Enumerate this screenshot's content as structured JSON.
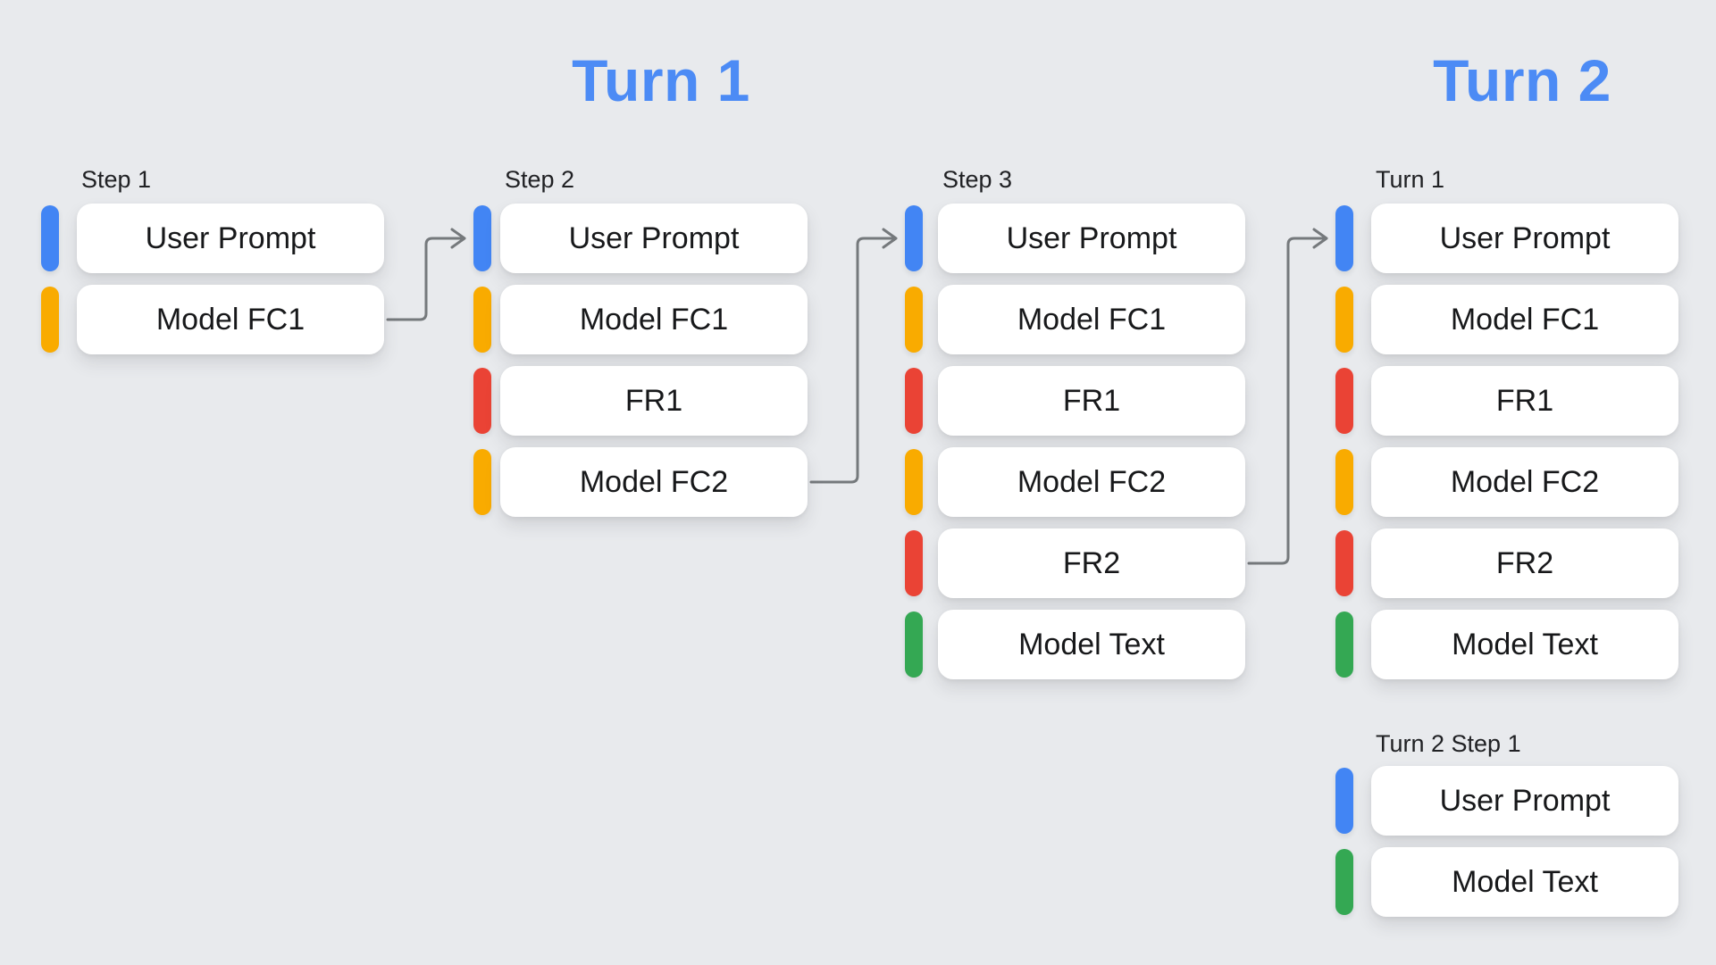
{
  "titles": [
    {
      "id": "turn1",
      "text": "Turn 1"
    },
    {
      "id": "turn2",
      "text": "Turn 2"
    }
  ],
  "colors": {
    "background": "#e8eaed",
    "card": "#ffffff",
    "title_blue": "#4c8bf5",
    "label_text": "#202124",
    "box_text": "#17181a",
    "arrow_gray": "#75797c",
    "blue": "#4285f4",
    "yellow": "#f9ab00",
    "red": "#ea4335",
    "green": "#34a853"
  },
  "legend_semantics": {
    "blue": "user-message",
    "yellow": "model-function-call",
    "red": "function-response",
    "green": "model-text"
  },
  "columns": [
    {
      "id": "step1",
      "section": "turn1",
      "label": "Step 1",
      "items": [
        {
          "text": "User Prompt",
          "color": "blue"
        },
        {
          "text": "Model FC1",
          "color": "yellow"
        }
      ]
    },
    {
      "id": "step2",
      "section": "turn1",
      "label": "Step 2",
      "items": [
        {
          "text": "User Prompt",
          "color": "blue"
        },
        {
          "text": "Model FC1",
          "color": "yellow"
        },
        {
          "text": "FR1",
          "color": "red"
        },
        {
          "text": "Model FC2",
          "color": "yellow"
        }
      ]
    },
    {
      "id": "step3",
      "section": "turn1",
      "label": "Step 3",
      "items": [
        {
          "text": "User Prompt",
          "color": "blue"
        },
        {
          "text": "Model FC1",
          "color": "yellow"
        },
        {
          "text": "FR1",
          "color": "red"
        },
        {
          "text": "Model FC2",
          "color": "yellow"
        },
        {
          "text": "FR2",
          "color": "red"
        },
        {
          "text": "Model Text",
          "color": "green"
        }
      ]
    },
    {
      "id": "turn2-history",
      "section": "turn2",
      "label": "Turn 1",
      "items": [
        {
          "text": "User Prompt",
          "color": "blue"
        },
        {
          "text": "Model FC1",
          "color": "yellow"
        },
        {
          "text": "FR1",
          "color": "red"
        },
        {
          "text": "Model FC2",
          "color": "yellow"
        },
        {
          "text": "FR2",
          "color": "red"
        },
        {
          "text": "Model Text",
          "color": "green"
        }
      ]
    },
    {
      "id": "turn2-step1",
      "section": "turn2",
      "label": "Turn 2 Step 1",
      "items": [
        {
          "text": "User Prompt",
          "color": "blue"
        },
        {
          "text": "Model Text",
          "color": "green"
        }
      ]
    }
  ],
  "arrows": [
    {
      "from_col": 0,
      "from_item": 1,
      "to_col": 1,
      "to_item": 0
    },
    {
      "from_col": 1,
      "from_item": 3,
      "to_col": 2,
      "to_item": 0
    },
    {
      "from_col": 2,
      "from_item": 4,
      "to_col": 3,
      "to_item": 0
    }
  ]
}
